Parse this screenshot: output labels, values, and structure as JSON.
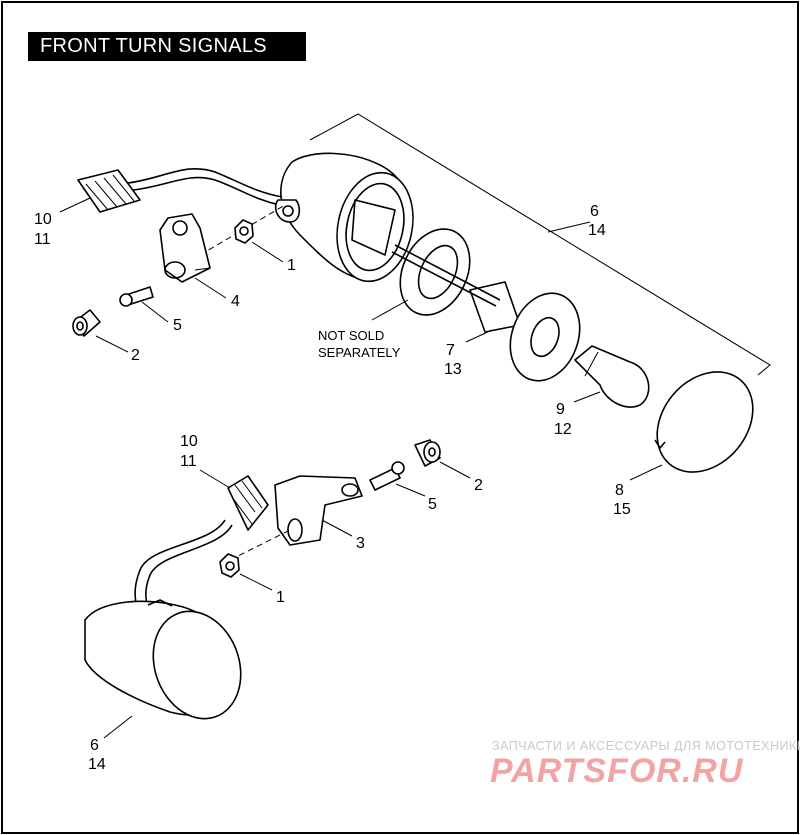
{
  "title": "FRONT TURN SIGNALS",
  "note": {
    "line1": "NOT SOLD",
    "line2": "SEPARATELY"
  },
  "callouts": {
    "top_10_11": [
      "10",
      "11"
    ],
    "top_1": "1",
    "top_4": "4",
    "top_5": "5",
    "top_2": "2",
    "top_6_14": [
      "6",
      "14"
    ],
    "top_7_13": [
      "7",
      "13"
    ],
    "top_9_12": [
      "9",
      "12"
    ],
    "top_8_15": [
      "8",
      "15"
    ],
    "bot_10_11": [
      "10",
      "11"
    ],
    "bot_2": "2",
    "bot_5": "5",
    "bot_3": "3",
    "bot_1": "1",
    "bot_6_14": [
      "6",
      "14"
    ]
  },
  "watermark": {
    "text": "ЗАПЧАСТИ И АКСЕССУАРЫ ДЛЯ МОТОТЕХНИКИ",
    "logo": "PARTSFOR.RU"
  }
}
